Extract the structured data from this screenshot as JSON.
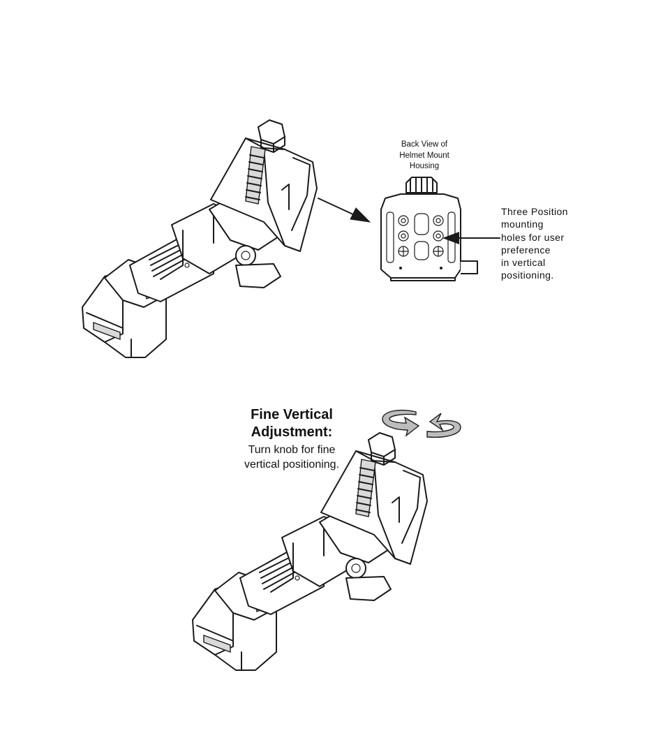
{
  "back_view": {
    "caption_lines": [
      "Back View of",
      "Helmet Mount",
      "Housing"
    ]
  },
  "mounting_holes": {
    "note_lines": [
      "Three Position",
      "mounting",
      "holes for user",
      "preference",
      "in vertical",
      "positioning."
    ]
  },
  "fine_adjustment": {
    "title_lines": [
      "Fine Vertical",
      "Adjustment:"
    ],
    "body_lines": [
      "Turn knob for fine",
      "vertical positioning."
    ]
  },
  "icons": {
    "mount": "helmet-mount-drawing",
    "housing": "housing-back-view-drawing",
    "rotation": "rotation-arrows-icon",
    "pointer": "arrow-icon"
  }
}
